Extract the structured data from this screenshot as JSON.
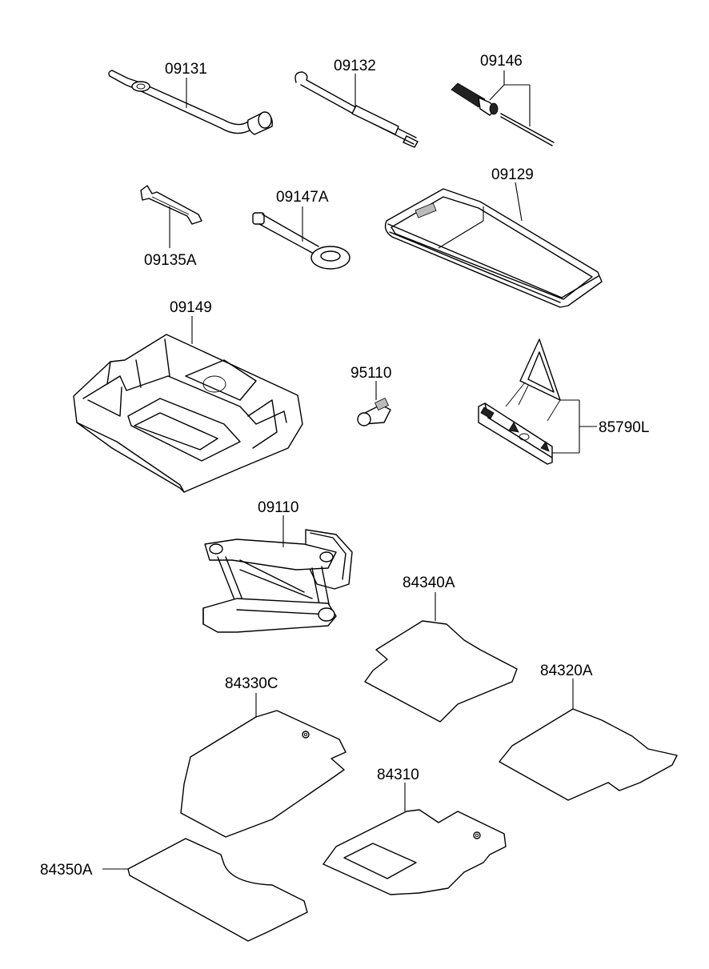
{
  "diagram": {
    "parts": [
      {
        "id": "p09131",
        "label": "09131",
        "icon": "lug-wrench"
      },
      {
        "id": "p09132",
        "label": "09132",
        "icon": "jack-handle"
      },
      {
        "id": "p09146",
        "label": "09146",
        "icon": "screwdriver"
      },
      {
        "id": "p09129",
        "label": "09129",
        "icon": "tool-tray-cover"
      },
      {
        "id": "p09147A",
        "label": "09147A",
        "icon": "towing-hook"
      },
      {
        "id": "p09135A",
        "label": "09135A",
        "icon": "spanner"
      },
      {
        "id": "p09149",
        "label": "09149",
        "icon": "tool-case"
      },
      {
        "id": "p95110",
        "label": "95110",
        "icon": "connector"
      },
      {
        "id": "p85790L",
        "label": "85790L",
        "icon": "warning-triangle"
      },
      {
        "id": "p09110",
        "label": "09110",
        "icon": "scissor-jack"
      },
      {
        "id": "p84340A",
        "label": "84340A",
        "icon": "floor-mat"
      },
      {
        "id": "p84320A",
        "label": "84320A",
        "icon": "floor-mat"
      },
      {
        "id": "p84330C",
        "label": "84330C",
        "icon": "floor-mat"
      },
      {
        "id": "p84310",
        "label": "84310",
        "icon": "floor-mat"
      },
      {
        "id": "p84350A",
        "label": "84350A",
        "icon": "floor-mat"
      }
    ]
  }
}
